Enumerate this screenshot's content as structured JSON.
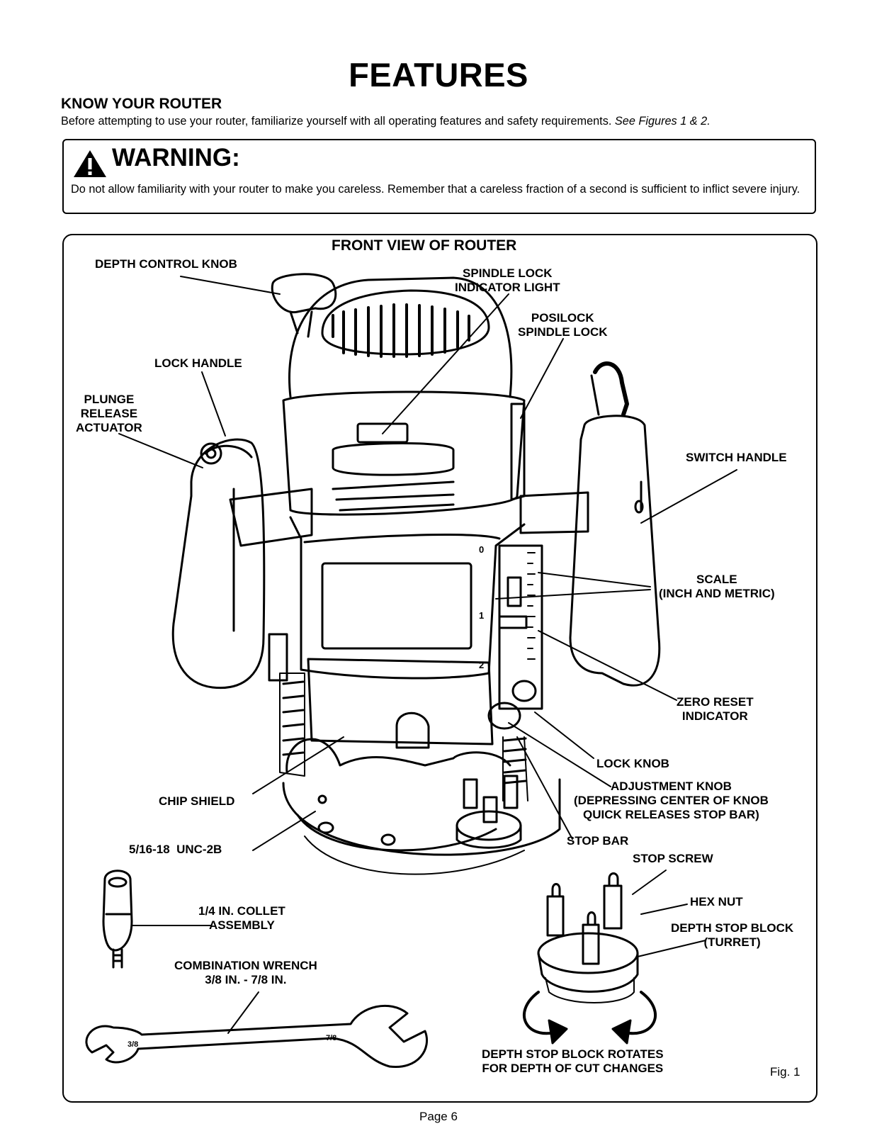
{
  "page": {
    "title": "FEATURES",
    "section_heading": "KNOW YOUR ROUTER",
    "intro_text": "Before attempting to use your router, familiarize yourself with all operating features and safety requirements.",
    "intro_ref": "See Figures 1 & 2.",
    "page_number": "Page 6"
  },
  "warning": {
    "title": "WARNING:",
    "text": "Do not allow familiarity with your router to make you careless. Remember that a careless fraction of a second is sufficient to inflict severe injury."
  },
  "figure": {
    "title": "FRONT VIEW OF ROUTER",
    "number": "Fig. 1",
    "labels": {
      "depth_control_knob": "DEPTH CONTROL KNOB",
      "spindle_lock_light": "SPINDLE LOCK\nINDICATOR LIGHT",
      "posilock": "POSILOCK\nSPINDLE LOCK",
      "lock_handle": "LOCK HANDLE",
      "plunge_release": "PLUNGE\nRELEASE\nACTUATOR",
      "switch_handle": "SWITCH HANDLE",
      "scale": "SCALE\n(INCH AND METRIC)",
      "zero_reset": "ZERO RESET\nINDICATOR",
      "lock_knob": "LOCK KNOB",
      "adjustment_knob": "ADJUSTMENT KNOB\n(DEPRESSING CENTER OF KNOB\nQUICK RELEASES STOP BAR)",
      "chip_shield": "CHIP SHIELD",
      "thread": "5/16-18  UNC-2B",
      "stop_bar": "STOP BAR",
      "stop_screw": "STOP SCREW",
      "hex_nut": "HEX NUT",
      "depth_stop_block": "DEPTH STOP BLOCK\n(TURRET)",
      "collet": "1/4 IN. COLLET\nASSEMBLY",
      "wrench": "COMBINATION WRENCH\n3/8 IN. - 7/8 IN.",
      "rotates": "DEPTH STOP BLOCK ROTATES\nFOR DEPTH OF CUT CHANGES"
    },
    "scale_marks": [
      "0",
      "1",
      "2"
    ],
    "wrench_marks": [
      "3/8",
      "7/8"
    ]
  },
  "icons": {
    "warning": "warning-triangle-icon"
  }
}
